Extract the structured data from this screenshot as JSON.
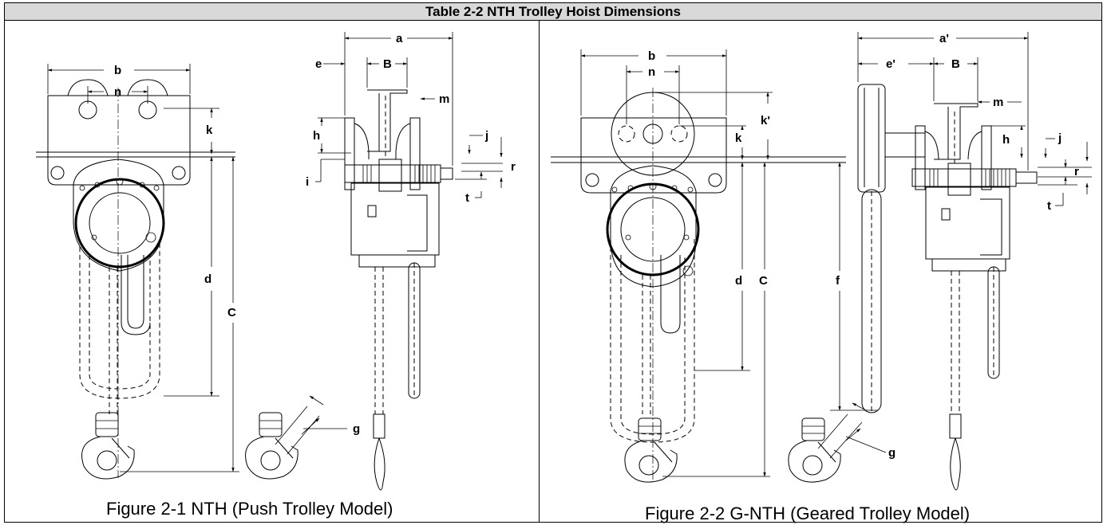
{
  "table": {
    "title": "Table 2-2  NTH Trolley Hoist Dimensions"
  },
  "figures": [
    {
      "caption": "Figure 2-1  NTH (Push Trolley Model)",
      "labels": {
        "b": "b",
        "n": "n",
        "k": "k",
        "d": "d",
        "C": "C",
        "a": "a",
        "e": "e",
        "B": "B",
        "m": "m",
        "h": "h",
        "j": "j",
        "r": "r",
        "i": "i",
        "t": "t",
        "g": "g"
      }
    },
    {
      "caption": "Figure 2-2  G-NTH (Geared Trolley Model)",
      "labels": {
        "b": "b",
        "n": "n",
        "k": "k",
        "kp": "k'",
        "d": "d",
        "C": "C",
        "f": "f",
        "ap": "a'",
        "ep": "e'",
        "B": "B",
        "m": "m",
        "h": "h",
        "j": "j",
        "r": "r",
        "t": "t",
        "g": "g"
      }
    }
  ]
}
